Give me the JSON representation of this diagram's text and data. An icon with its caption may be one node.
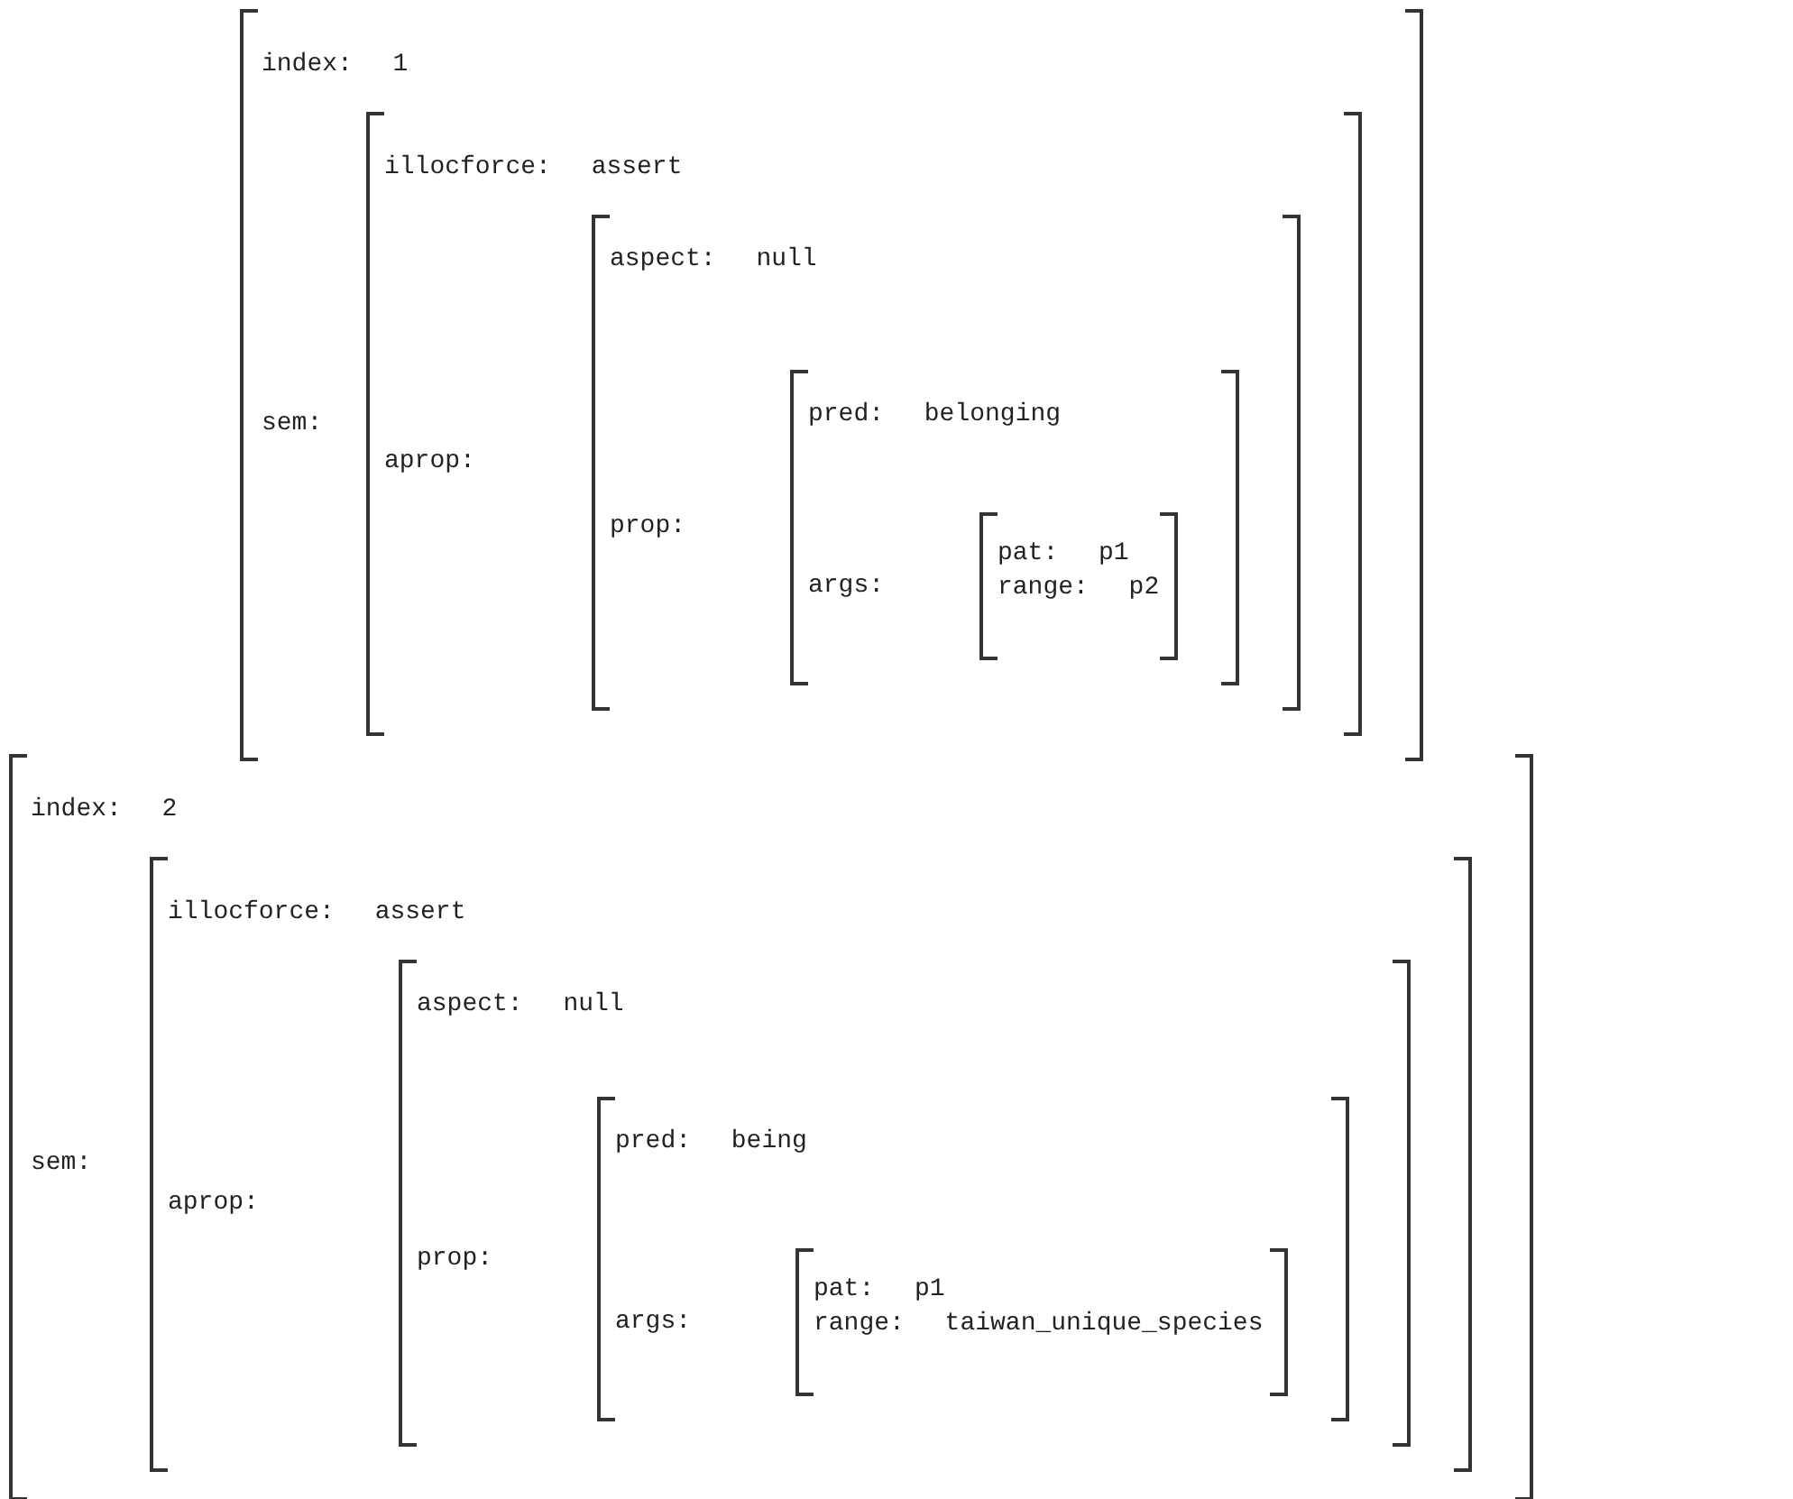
{
  "diagram": {
    "nodes": [
      {
        "text": [
          "index: 1",
          "sem:"
        ]
      },
      {
        "text": [
          "illocforce: assert",
          "aprop:"
        ],
        "in": 0
      },
      {
        "text": [
          "aspect: null",
          "prop:"
        ],
        "in": 1
      },
      {
        "text": [
          "pred: belonging",
          "args:"
        ],
        "in": 2
      },
      {
        "text": [
          "pat: p1",
          "range: p2"
        ],
        "in": 3
      },
      {
        "text": [
          "index: 2",
          "sem:"
        ]
      },
      {
        "text": [
          "illocforce: assert",
          "aprop:"
        ],
        "in": 5
      },
      {
        "text": [
          "aspect: null",
          "prop:"
        ],
        "in": 6
      },
      {
        "text": [
          "pred: being",
          "args:"
        ],
        "in": 7
      },
      {
        "text": [
          "pat: p1",
          "range: taiwan_unique_species"
        ],
        "in": 8
      }
    ]
  }
}
